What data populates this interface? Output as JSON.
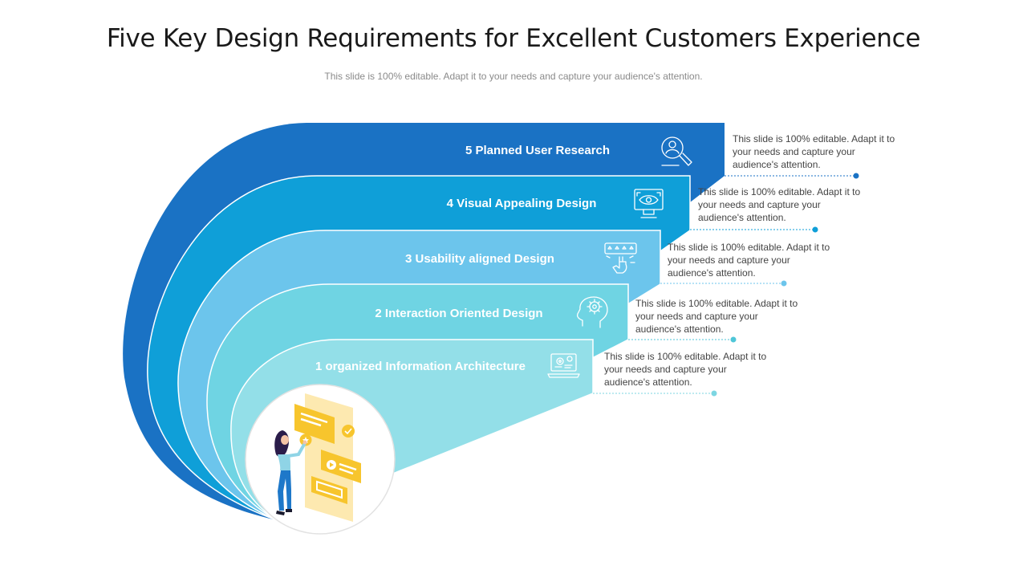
{
  "title": "Five Key Design Requirements for Excellent Customers Experience",
  "subtitle": "This slide is 100% editable. Adapt it to your needs and capture your audience's attention.",
  "colors": {
    "band5": "#1a72c4",
    "band4": "#0f9fd8",
    "band3": "#6cc5ec",
    "band2": "#6fd4e3",
    "band1": "#93dfe8",
    "accent_yellow": "#f7c52d",
    "figure_blue": "#1e78c9"
  },
  "steps": [
    {
      "label": "5 Planned User Research",
      "icon": "user-search-icon",
      "description": "This slide is 100% editable. Adapt it to your needs and capture your audience's attention."
    },
    {
      "label": "4 Visual Appealing Design",
      "icon": "eye-monitor-icon",
      "description": "This slide is 100% editable. Adapt it to your needs and capture your audience's attention."
    },
    {
      "label": "3 Usability aligned Design",
      "icon": "hand-click-rating-icon",
      "description": "This slide is 100% editable. Adapt it to your needs and capture your audience's attention."
    },
    {
      "label": "2 Interaction Oriented Design",
      "icon": "head-gears-icon",
      "description": "This slide is 100% editable. Adapt it to your needs and capture your audience's attention."
    },
    {
      "label": "1 organized Information Architecture",
      "icon": "laptop-settings-icon",
      "description": "This slide is 100% editable. Adapt it to your needs and capture your audience's attention."
    }
  ],
  "illustration": "woman-arranging-ui-cards-illustration"
}
